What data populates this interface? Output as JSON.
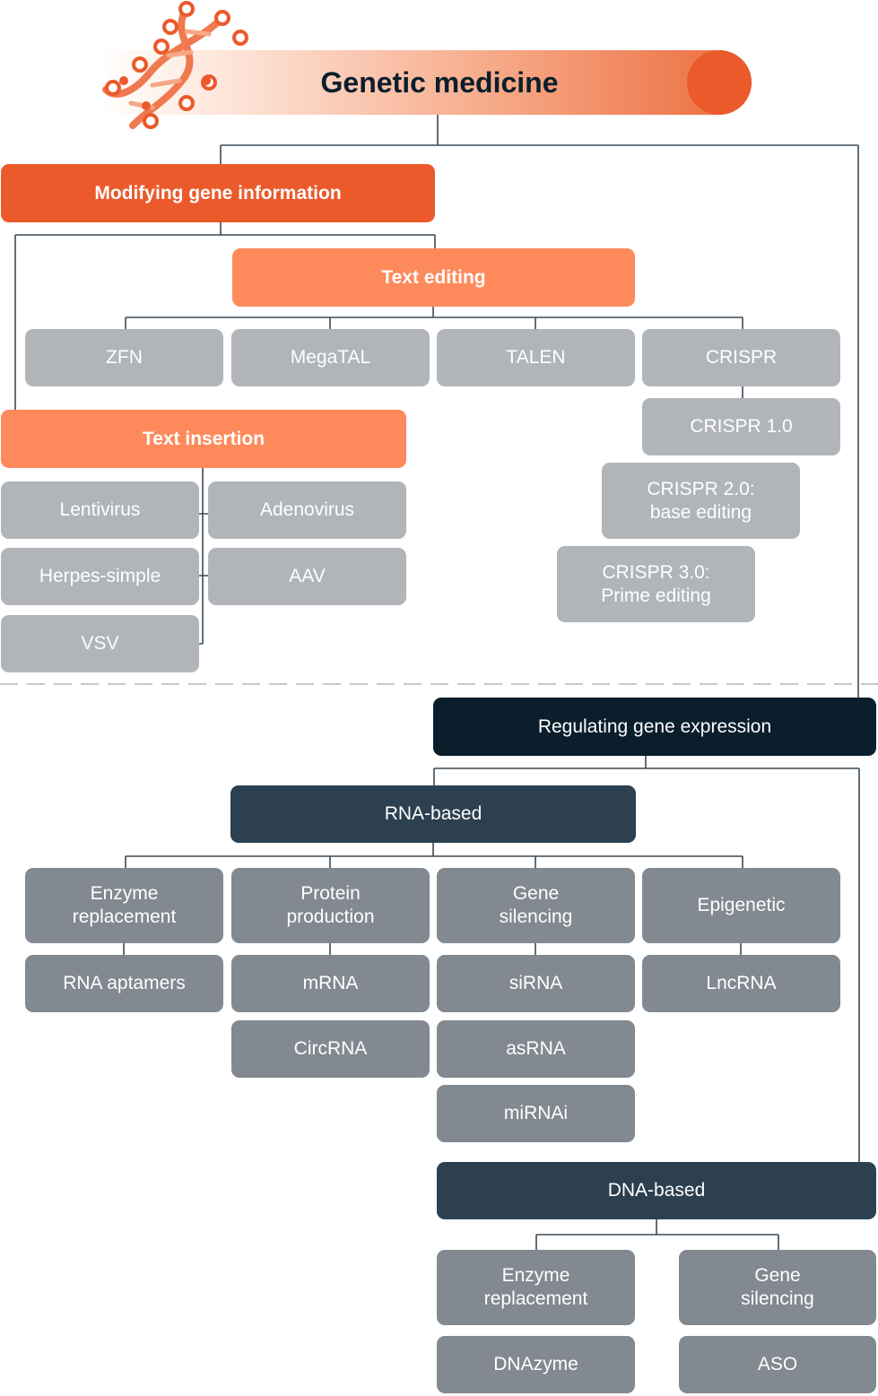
{
  "title": "Genetic medicine",
  "modifying": {
    "label": "Modifying gene information",
    "text_editing": {
      "label": "Text editing",
      "tools": [
        "ZFN",
        "MegaTAL",
        "TALEN",
        "CRISPR"
      ],
      "crispr_versions": [
        "CRISPR 1.0",
        "CRISPR 2.0:\nbase editing",
        "CRISPR 3.0:\nPrime editing"
      ]
    },
    "text_insertion": {
      "label": "Text insertion",
      "vectors": [
        "Lentivirus",
        "Adenovirus",
        "Herpes-simple",
        "AAV",
        "VSV"
      ]
    }
  },
  "regulating": {
    "label": "Regulating gene expression",
    "rna": {
      "label": "RNA-based",
      "categories": [
        "Enzyme\nreplacement",
        "Protein\nproduction",
        "Gene\nsilencing",
        "Epigenetic"
      ],
      "items": [
        "RNA aptamers",
        "mRNA",
        "CircRNA",
        "siRNA",
        "asRNA",
        "miRNAi",
        "LncRNA"
      ]
    },
    "dna": {
      "label": "DNA-based",
      "categories": [
        "Enzyme\nreplacement",
        "Gene\nsilencing"
      ],
      "items": [
        "DNAzyme",
        "ASO"
      ]
    }
  },
  "colors": {
    "orange": "#eb5a2b",
    "salmon": "#fe8a5c",
    "light_gray": "#b1b5ba",
    "dark_gray": "#838991",
    "navy": "#0b1e2c",
    "slate": "#2c404f",
    "connector": "#3d4a55"
  }
}
